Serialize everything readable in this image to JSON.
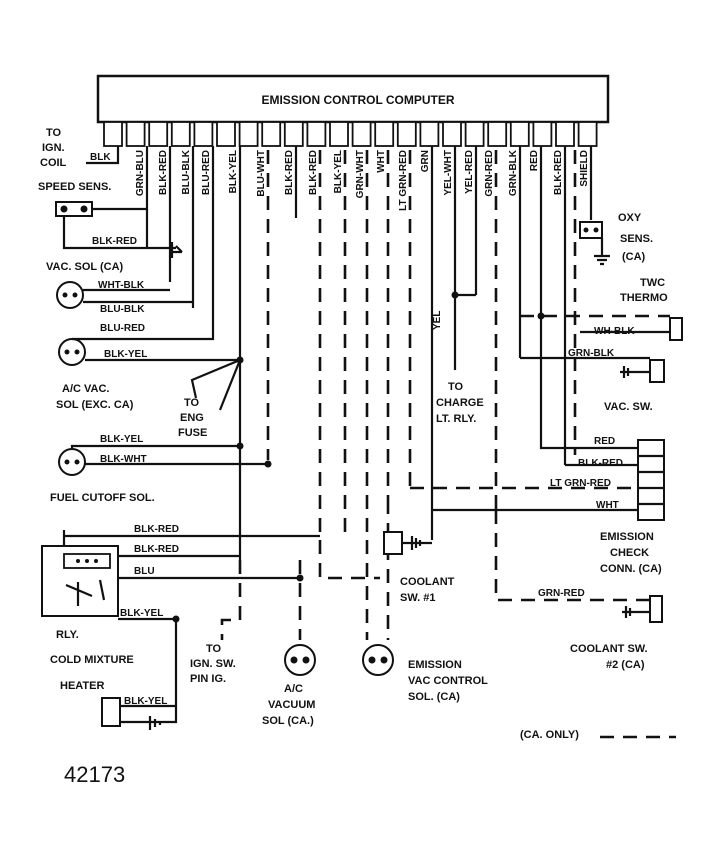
{
  "computer_title": "EMISSION CONTROL COMPUTER",
  "pins": [
    "BLK",
    "GRN-BLU",
    "BLK-RED",
    "BLU-BLK",
    "BLU-RED",
    "BLK-YEL",
    "BLU-WHT",
    "BLK-RED",
    "BLK-RED",
    "BLK-YEL",
    "GRN-WHT",
    "WHT",
    "LT GRN-RED",
    "GRN",
    "YEL-WHT",
    "YEL-RED",
    "GRN-RED",
    "GRN-BLK",
    "RED",
    "BLK-RED",
    "SHIELD"
  ],
  "components": {
    "ign_coil": [
      "TO",
      "IGN.",
      "COIL"
    ],
    "speed_sens": "SPEED SENS.",
    "vac_sol_ca": "VAC. SOL (CA)",
    "ac_vac_sol": [
      "A/C VAC.",
      "SOL (EXC. CA)"
    ],
    "eng_fuse": [
      "TO",
      "ENG",
      "FUSE"
    ],
    "fuel_cutoff": "FUEL CUTOFF SOL.",
    "rly": "RLY.",
    "cold_mixture": [
      "COLD MIXTURE",
      "HEATER"
    ],
    "ign_sw": [
      "TO",
      "IGN. SW.",
      "PIN IG."
    ],
    "ac_vacuum_sol": [
      "A/C",
      "VACUUM",
      "SOL (CA.)"
    ],
    "emission_vac": [
      "EMISSION",
      "VAC CONTROL",
      "SOL. (CA)"
    ],
    "coolant_sw1": [
      "COOLANT",
      "SW. #1"
    ],
    "charge_rly": [
      "TO",
      "CHARGE",
      "LT. RLY."
    ],
    "oxy_sens": [
      "OXY",
      "SENS.",
      "(CA)"
    ],
    "twc_thermo": [
      "TWC",
      "THERMO"
    ],
    "vac_sw": "VAC. SW.",
    "check_conn": [
      "EMISSION",
      "CHECK",
      "CONN. (CA)"
    ],
    "coolant_sw2": [
      "COOLANT SW.",
      "#2 (CA)"
    ]
  },
  "wire_labels": {
    "blk_coil": "BLK",
    "blk_red_vac": "BLK-RED",
    "wht_blk": "WHT-BLK",
    "blu_blk": "BLU-BLK",
    "blu_red": "BLU-RED",
    "blk_yel_ac": "BLK-YEL",
    "blk_yel_fuel": "BLK-YEL",
    "blk_wht_fuel": "BLK-WHT",
    "blk_red_rly1": "BLK-RED",
    "blk_red_rly2": "BLK-RED",
    "blu_rly": "BLU",
    "blk_yel_rly": "BLK-YEL",
    "blk_yel_heater": "BLK-YEL",
    "yel_charge": "YEL",
    "wh_blk_twc": "WH-BLK",
    "grn_blk_vac": "GRN-BLK",
    "red_conn": "RED",
    "blk_red_conn": "BLK-RED",
    "lt_grn_red_conn": "LT GRN-RED",
    "wht_conn": "WHT",
    "grn_red_cool2": "GRN-RED"
  },
  "legend": "(CA. ONLY)",
  "figure_number": "42173"
}
